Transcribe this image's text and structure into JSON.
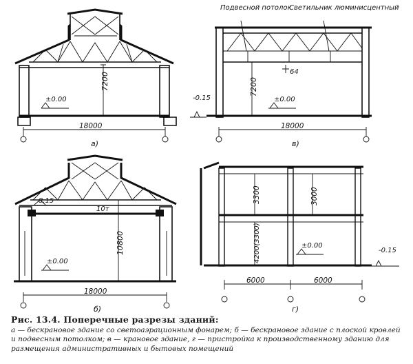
{
  "panel_a": {
    "label": "а)",
    "height": "7200",
    "level": "±0.00",
    "span": "18000"
  },
  "panel_b": {
    "label": "в)",
    "ceiling_label": "Подвесной потолок",
    "lamp_label": "Светильник люминисцентный",
    "height": "7200",
    "level": "±0.00",
    "ground_level": "-0.15",
    "span": "18000",
    "marker": "64"
  },
  "panel_c": {
    "label": "б)",
    "crane_level": "8.15",
    "crane_capacity": "10т",
    "height": "10800",
    "level": "±0.00",
    "span": "18000"
  },
  "panel_d": {
    "label": "г)",
    "height_upper": "3300",
    "height_lower": "4200(3300)",
    "height_right": "3000",
    "level": "±0.00",
    "ground_level": "-0.15",
    "span_left": "6000",
    "span_right": "6000"
  },
  "caption": {
    "title": "Рис. 13.4. Поперечные разрезы зданий:",
    "legend": "а — бескрановое здание со светоаэрационным фонарем; б — бескрановое здание с плоской кровлей и подвесным потолком; в — крановое здание, г — пристройка к производственному зданию для размещения административных и бытовых помещений"
  }
}
